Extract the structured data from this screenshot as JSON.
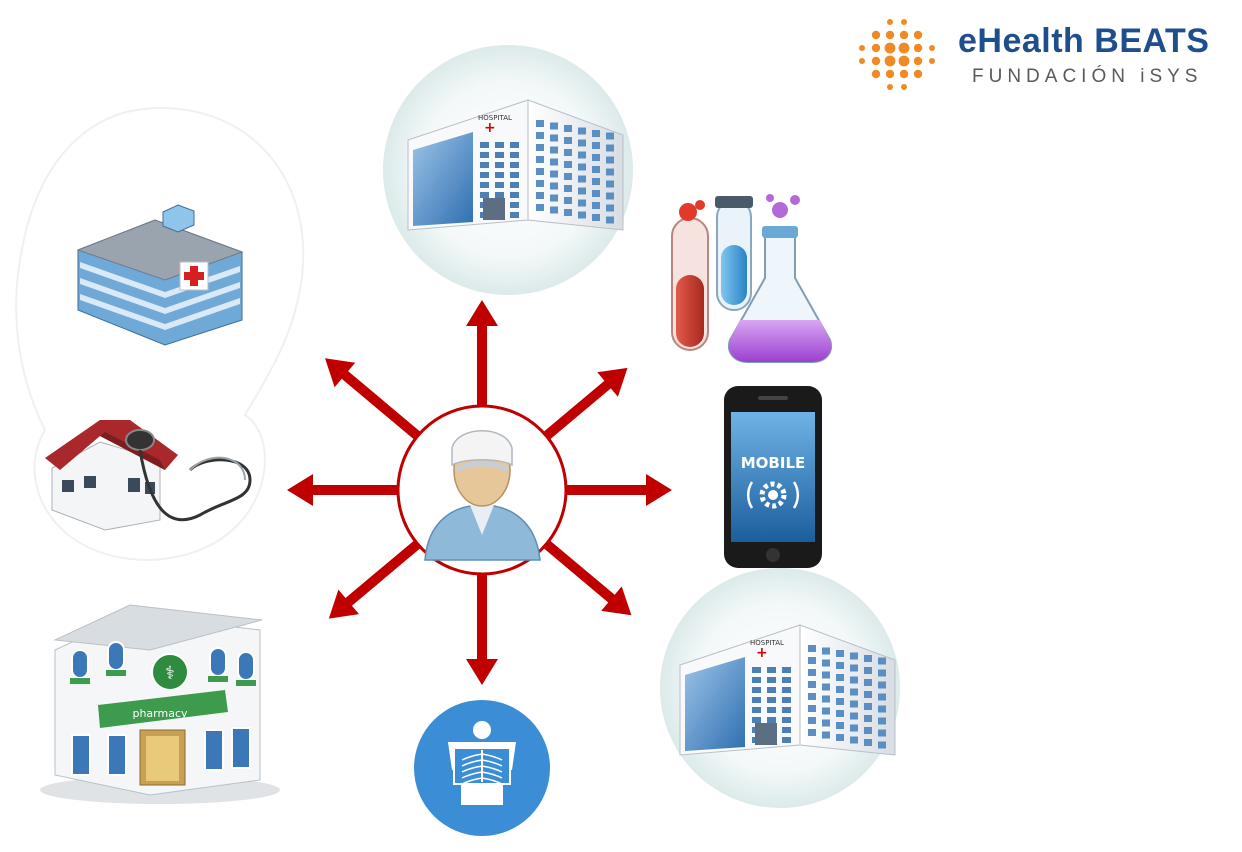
{
  "logo": {
    "title": "eHealth BEATS",
    "subtitle": "FUNDACIÓN iSYS",
    "dot_color": "#f08a24",
    "title_color": "#1f4e8c"
  },
  "center": {
    "icon": "patient-with-bandage-icon"
  },
  "arrow_color": "#c00000",
  "labels": {
    "hospital_sign": "HOSPITAL",
    "mobile_label": "MOBILE",
    "pharmacy_sign": "pharmacy"
  },
  "nodes": [
    {
      "name": "hospital-top",
      "icon": "hospital-building-icon"
    },
    {
      "name": "lab-tubes",
      "icon": "test-tubes-icon"
    },
    {
      "name": "mobile-phone",
      "icon": "mobile-phone-icon"
    },
    {
      "name": "hospital-bottom-right",
      "icon": "hospital-building-icon"
    },
    {
      "name": "xray",
      "icon": "xray-icon"
    },
    {
      "name": "pharmacy",
      "icon": "pharmacy-building-icon"
    },
    {
      "name": "home-monitoring",
      "icon": "house-stethoscope-icon"
    },
    {
      "name": "clinic",
      "icon": "clinic-building-icon"
    }
  ]
}
